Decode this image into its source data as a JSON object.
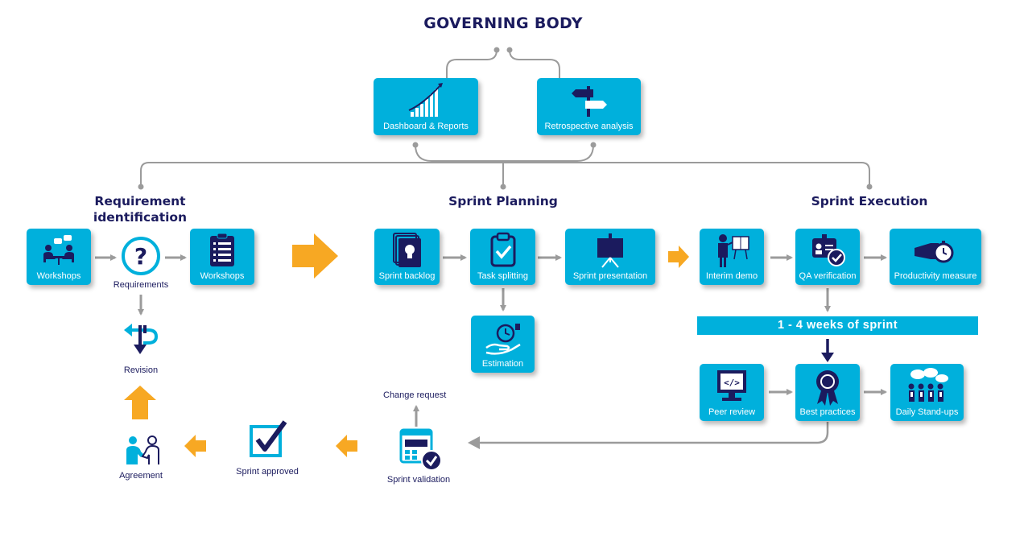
{
  "title": "GOVERNING BODY",
  "headings": {
    "requirement": "Requirement identification",
    "planning": "Sprint Planning",
    "execution": "Sprint Execution"
  },
  "governance": {
    "dashboard": "Dashboard & Reports",
    "retrospective": "Retrospective analysis"
  },
  "requirement": {
    "workshops_1": "Workshops",
    "requirements": "Requirements",
    "workshops_2": "Workshops",
    "revision": "Revision",
    "agreement": "Agreement"
  },
  "planning": {
    "backlog": "Sprint backlog",
    "task_splitting": "Task splitting",
    "presentation": "Sprint presentation",
    "estimation": "Estimation"
  },
  "execution": {
    "interim_demo": "Interim demo",
    "qa": "QA verification",
    "productivity": "Productivity measure",
    "band": "1 - 4 weeks of sprint",
    "peer_review": "Peer review",
    "best_practices": "Best practices",
    "standups": "Daily Stand-ups"
  },
  "validation": {
    "change_request": "Change request",
    "sprint_validation": "Sprint validation",
    "sprint_approved": "Sprint approved"
  },
  "colors": {
    "box": "#00b0dc",
    "navy": "#1b1b5e",
    "connector": "#9b9b9b",
    "arrow_orange": "#f7a823"
  }
}
